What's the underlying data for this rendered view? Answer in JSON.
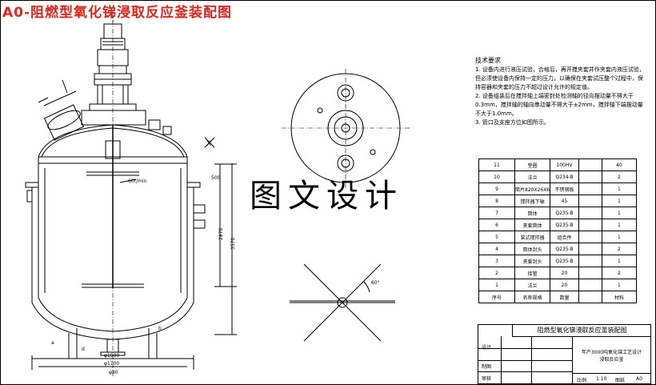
{
  "title": "A0-阻燃型氧化锑浸取反应釜装配图",
  "watermark": "图文设计",
  "tech_requirements": {
    "heading": "技术要求",
    "lines": [
      "1. 设备内进行液压试验，合格后，再开搅夹套并作夹套内液压试验，但必须使设备内保持一定的压力，以确保在夹套试压整个过程中，保持容器和夹套的压力不超过设计允许的规定值。",
      "2. 设备组装后在搅拌轴上端密封处检测轴的径向摆动量不得大于0.3mm，搅拌轴的轴向串动量不得大于±2mm，搅拌轴下端摆动量不大于1.0mm。",
      "3. 管口及支座方位如图所示。"
    ]
  },
  "dims": {
    "speed": "60r/min",
    "d1": "φ1900",
    "d2": "φ1700",
    "d3": "φ80",
    "angle": "60°",
    "h1": "2870",
    "h2": "3570",
    "h3": "500",
    "mark_a": "a",
    "mark_d": "d",
    "mark_b": "b",
    "mark_x": "X"
  },
  "parts_table": {
    "rows": [
      [
        "11",
        "垫圈",
        "100HV",
        "",
        "40"
      ],
      [
        "10",
        "法兰",
        "Q234-B",
        "",
        "2"
      ],
      [
        "9",
        "筒片820X26X6",
        "不锈钢板",
        "",
        "1"
      ],
      [
        "8",
        "搅拌器下轴",
        "45",
        "",
        "1"
      ],
      [
        "7",
        "筒体",
        "Q235-B",
        "",
        "1"
      ],
      [
        "6",
        "夹套筒体",
        "Q235-B",
        "",
        "1"
      ],
      [
        "5",
        "桨式搅拌器",
        "组合件",
        "",
        "1"
      ],
      [
        "4",
        "筒体封头",
        "Q235-B",
        "",
        "2"
      ],
      [
        "3",
        "夹套封头",
        "Q235-B",
        "",
        "1"
      ],
      [
        "2",
        "接管",
        "20",
        "",
        "2"
      ],
      [
        "1",
        "法兰",
        "20",
        "",
        "1"
      ]
    ],
    "header": [
      "序号",
      "名称规格",
      "数量",
      "",
      "材料"
    ]
  },
  "title_block": {
    "name": "阻燃型氧化锑浸取反应釜装配图",
    "design": "设计",
    "drawing": "制图",
    "review": "审核",
    "project_line1": "年产3000吨氧化锑工艺设计",
    "project_line2": "浸取反应釜",
    "scale_label": "比例",
    "scale": "1:10",
    "sheet_label": "图纸",
    "sheet": "A0"
  }
}
